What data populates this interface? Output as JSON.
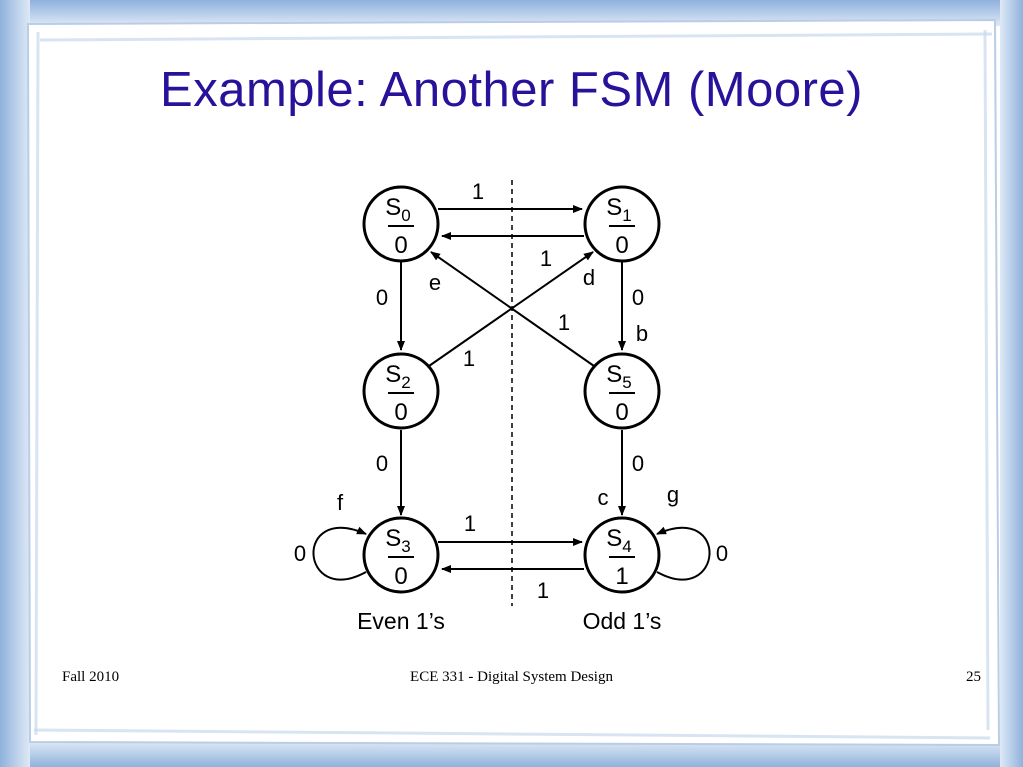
{
  "slide": {
    "title": "Example: Another FSM (Moore)",
    "footer": {
      "left": "Fall 2010",
      "center": "ECE 331 - Digital System Design",
      "right": "25"
    }
  },
  "diagram": {
    "states": [
      {
        "id": "S0",
        "name": "S",
        "sub": "0",
        "output": "0"
      },
      {
        "id": "S1",
        "name": "S",
        "sub": "1",
        "output": "0"
      },
      {
        "id": "S2",
        "name": "S",
        "sub": "2",
        "output": "0"
      },
      {
        "id": "S5",
        "name": "S",
        "sub": "5",
        "output": "0"
      },
      {
        "id": "S3",
        "name": "S",
        "sub": "3",
        "output": "0"
      },
      {
        "id": "S4",
        "name": "S",
        "sub": "4",
        "output": "1"
      }
    ],
    "transitions": [
      {
        "from": "S0",
        "to": "S1",
        "input": "1"
      },
      {
        "from": "S1",
        "to": "S0",
        "input": "1"
      },
      {
        "from": "S0",
        "to": "S2",
        "input": "0"
      },
      {
        "from": "S1",
        "to": "S5",
        "input": "0",
        "tag": "b"
      },
      {
        "from": "S2",
        "to": "S1",
        "input": "1",
        "tag": "d"
      },
      {
        "from": "S5",
        "to": "S0",
        "input": "1",
        "tag": "e"
      },
      {
        "from": "S2",
        "to": "S3",
        "input": "0"
      },
      {
        "from": "S5",
        "to": "S4",
        "input": "0",
        "tag": "c"
      },
      {
        "from": "S3",
        "to": "S4",
        "input": "1"
      },
      {
        "from": "S4",
        "to": "S3",
        "input": "1"
      },
      {
        "from": "S3",
        "to": "S3",
        "input": "0",
        "tag": "f"
      },
      {
        "from": "S4",
        "to": "S4",
        "input": "0",
        "tag": "g"
      }
    ],
    "groups": {
      "left": "Even 1’s",
      "right": "Odd 1’s"
    }
  }
}
